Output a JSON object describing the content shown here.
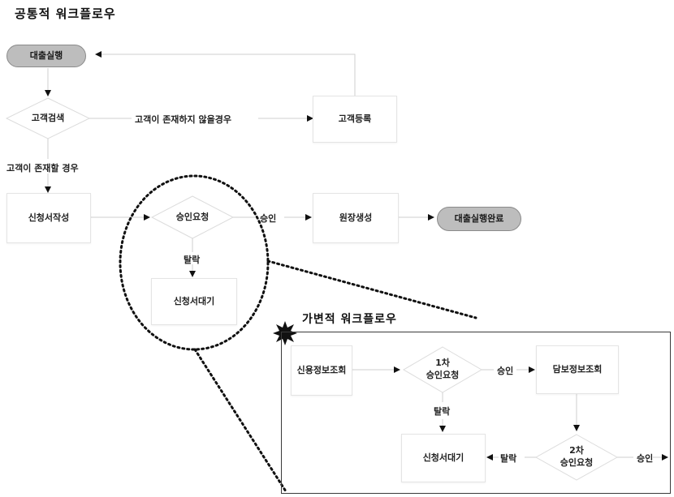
{
  "titles": {
    "common": "공통적 워크플로우",
    "variable": "가변적 워크플로우"
  },
  "common_flow": {
    "start": "대출실행",
    "search": "고객검색",
    "register": "고객등록",
    "application": "신청서작성",
    "approval_request": "승인요청",
    "ledger": "원장생성",
    "complete": "대출실행완료",
    "waiting": "신청서대기",
    "edge_not_exist": "고객이 존재하지 않을경우",
    "edge_exist": "고객이 존재할 경우",
    "edge_approve": "승인",
    "edge_reject": "탈락"
  },
  "variable_flow": {
    "credit_check": "신용정보조회",
    "first_approval": "1차\n승인요청",
    "collateral_check": "담보정보조회",
    "waiting": "신청서대기",
    "second_approval": "2차\n승인요청",
    "edge_approve_1": "승인",
    "edge_reject_1": "탈락",
    "edge_reject_2": "탈락",
    "edge_approve_2": "승인"
  }
}
